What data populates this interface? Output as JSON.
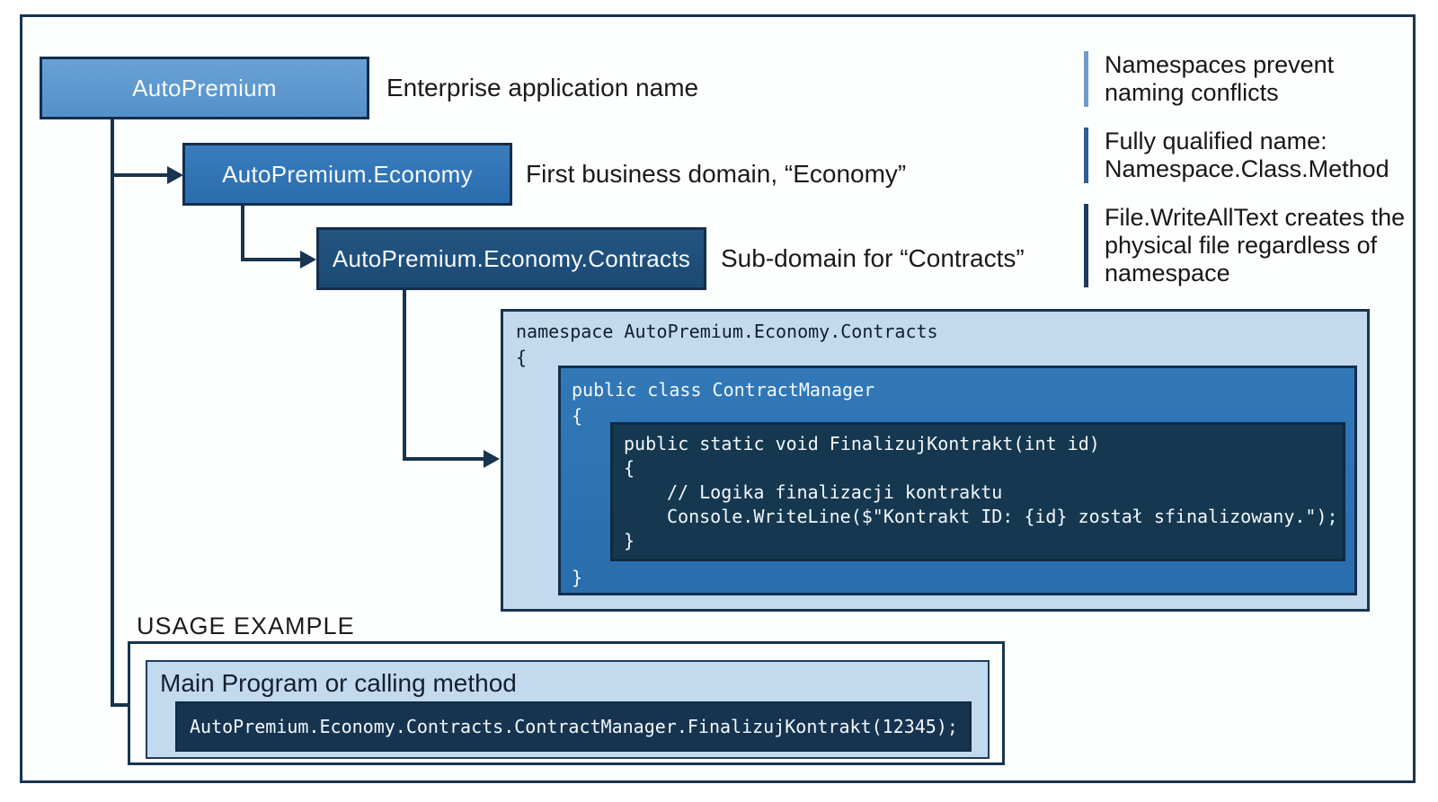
{
  "boxes": [
    {
      "label": "AutoPremium",
      "annotation": "Enterprise application name",
      "fill": "#5d97ce"
    },
    {
      "label": "AutoPremium.Economy",
      "annotation": "First business domain, “Economy”",
      "fill": "#2e73b4"
    },
    {
      "label": "AutoPremium.Economy.Contracts",
      "annotation": "Sub-domain for “Contracts”",
      "fill": "#1e4e7b"
    }
  ],
  "notes": [
    {
      "text": "Namespaces prevent\nnaming conflicts",
      "bar_color": "#6f9cc9"
    },
    {
      "text": "Fully qualified name:\nNamespace.Class.Method",
      "bar_color": "#2d6093"
    },
    {
      "text": "File.WriteAllText creates the\nphysical file regardless of\nnamespace",
      "bar_color": "#1c3a5c"
    }
  ],
  "code": {
    "namespace_line": "namespace AutoPremium.Economy.Contracts",
    "namespace_open_brace": "{",
    "class_line": "public class ContractManager",
    "class_open_brace": "{",
    "method_line": "public static void FinalizujKontrakt(int id)",
    "method_open_brace": "{",
    "comment_line": "// Logika finalizacji kontraktu",
    "console_line": "Console.WriteLine($\"Kontrakt ID: {id} został sfinalizowany.\");",
    "method_close_brace": "}",
    "class_close_brace": "}"
  },
  "usage": {
    "title": "USAGE EXAMPLE",
    "header": "Main Program or calling method",
    "code_line": "AutoPremium.Economy.Contracts.ContractManager.FinalizujKontrakt(12345);"
  },
  "palette": {
    "frame_border": "#18344f",
    "connector": "#18344f",
    "namespace_block_fill": "#c3d9ee",
    "class_block_fill": "#2e73b2",
    "method_block_fill": "#153850",
    "usage_strip_fill": "#163450",
    "text_dark": "#1a1a1a",
    "text_light": "#f4f8fc"
  }
}
